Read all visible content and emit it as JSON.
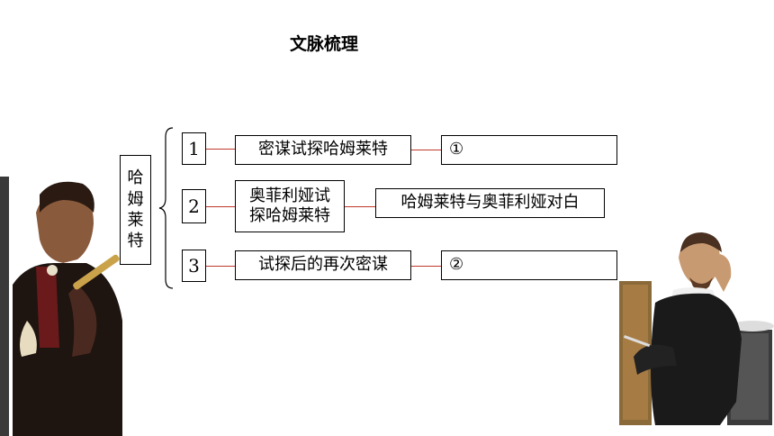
{
  "slide": {
    "title": "文脉梳理",
    "subject_chars": [
      "哈",
      "姆",
      "莱",
      "特"
    ],
    "rows": [
      {
        "num": "1",
        "scene": "密谋试探哈姆莱特",
        "result": "①"
      },
      {
        "num": "2",
        "scene_lines": [
          "奥菲利娅试",
          "探哈姆莱特"
        ],
        "result": "哈姆莱特与奥菲利娅对白"
      },
      {
        "num": "3",
        "scene": "试探后的再次密谋",
        "result": "②"
      }
    ]
  },
  "colors": {
    "connector": "#c0392b",
    "border": "#000000"
  }
}
